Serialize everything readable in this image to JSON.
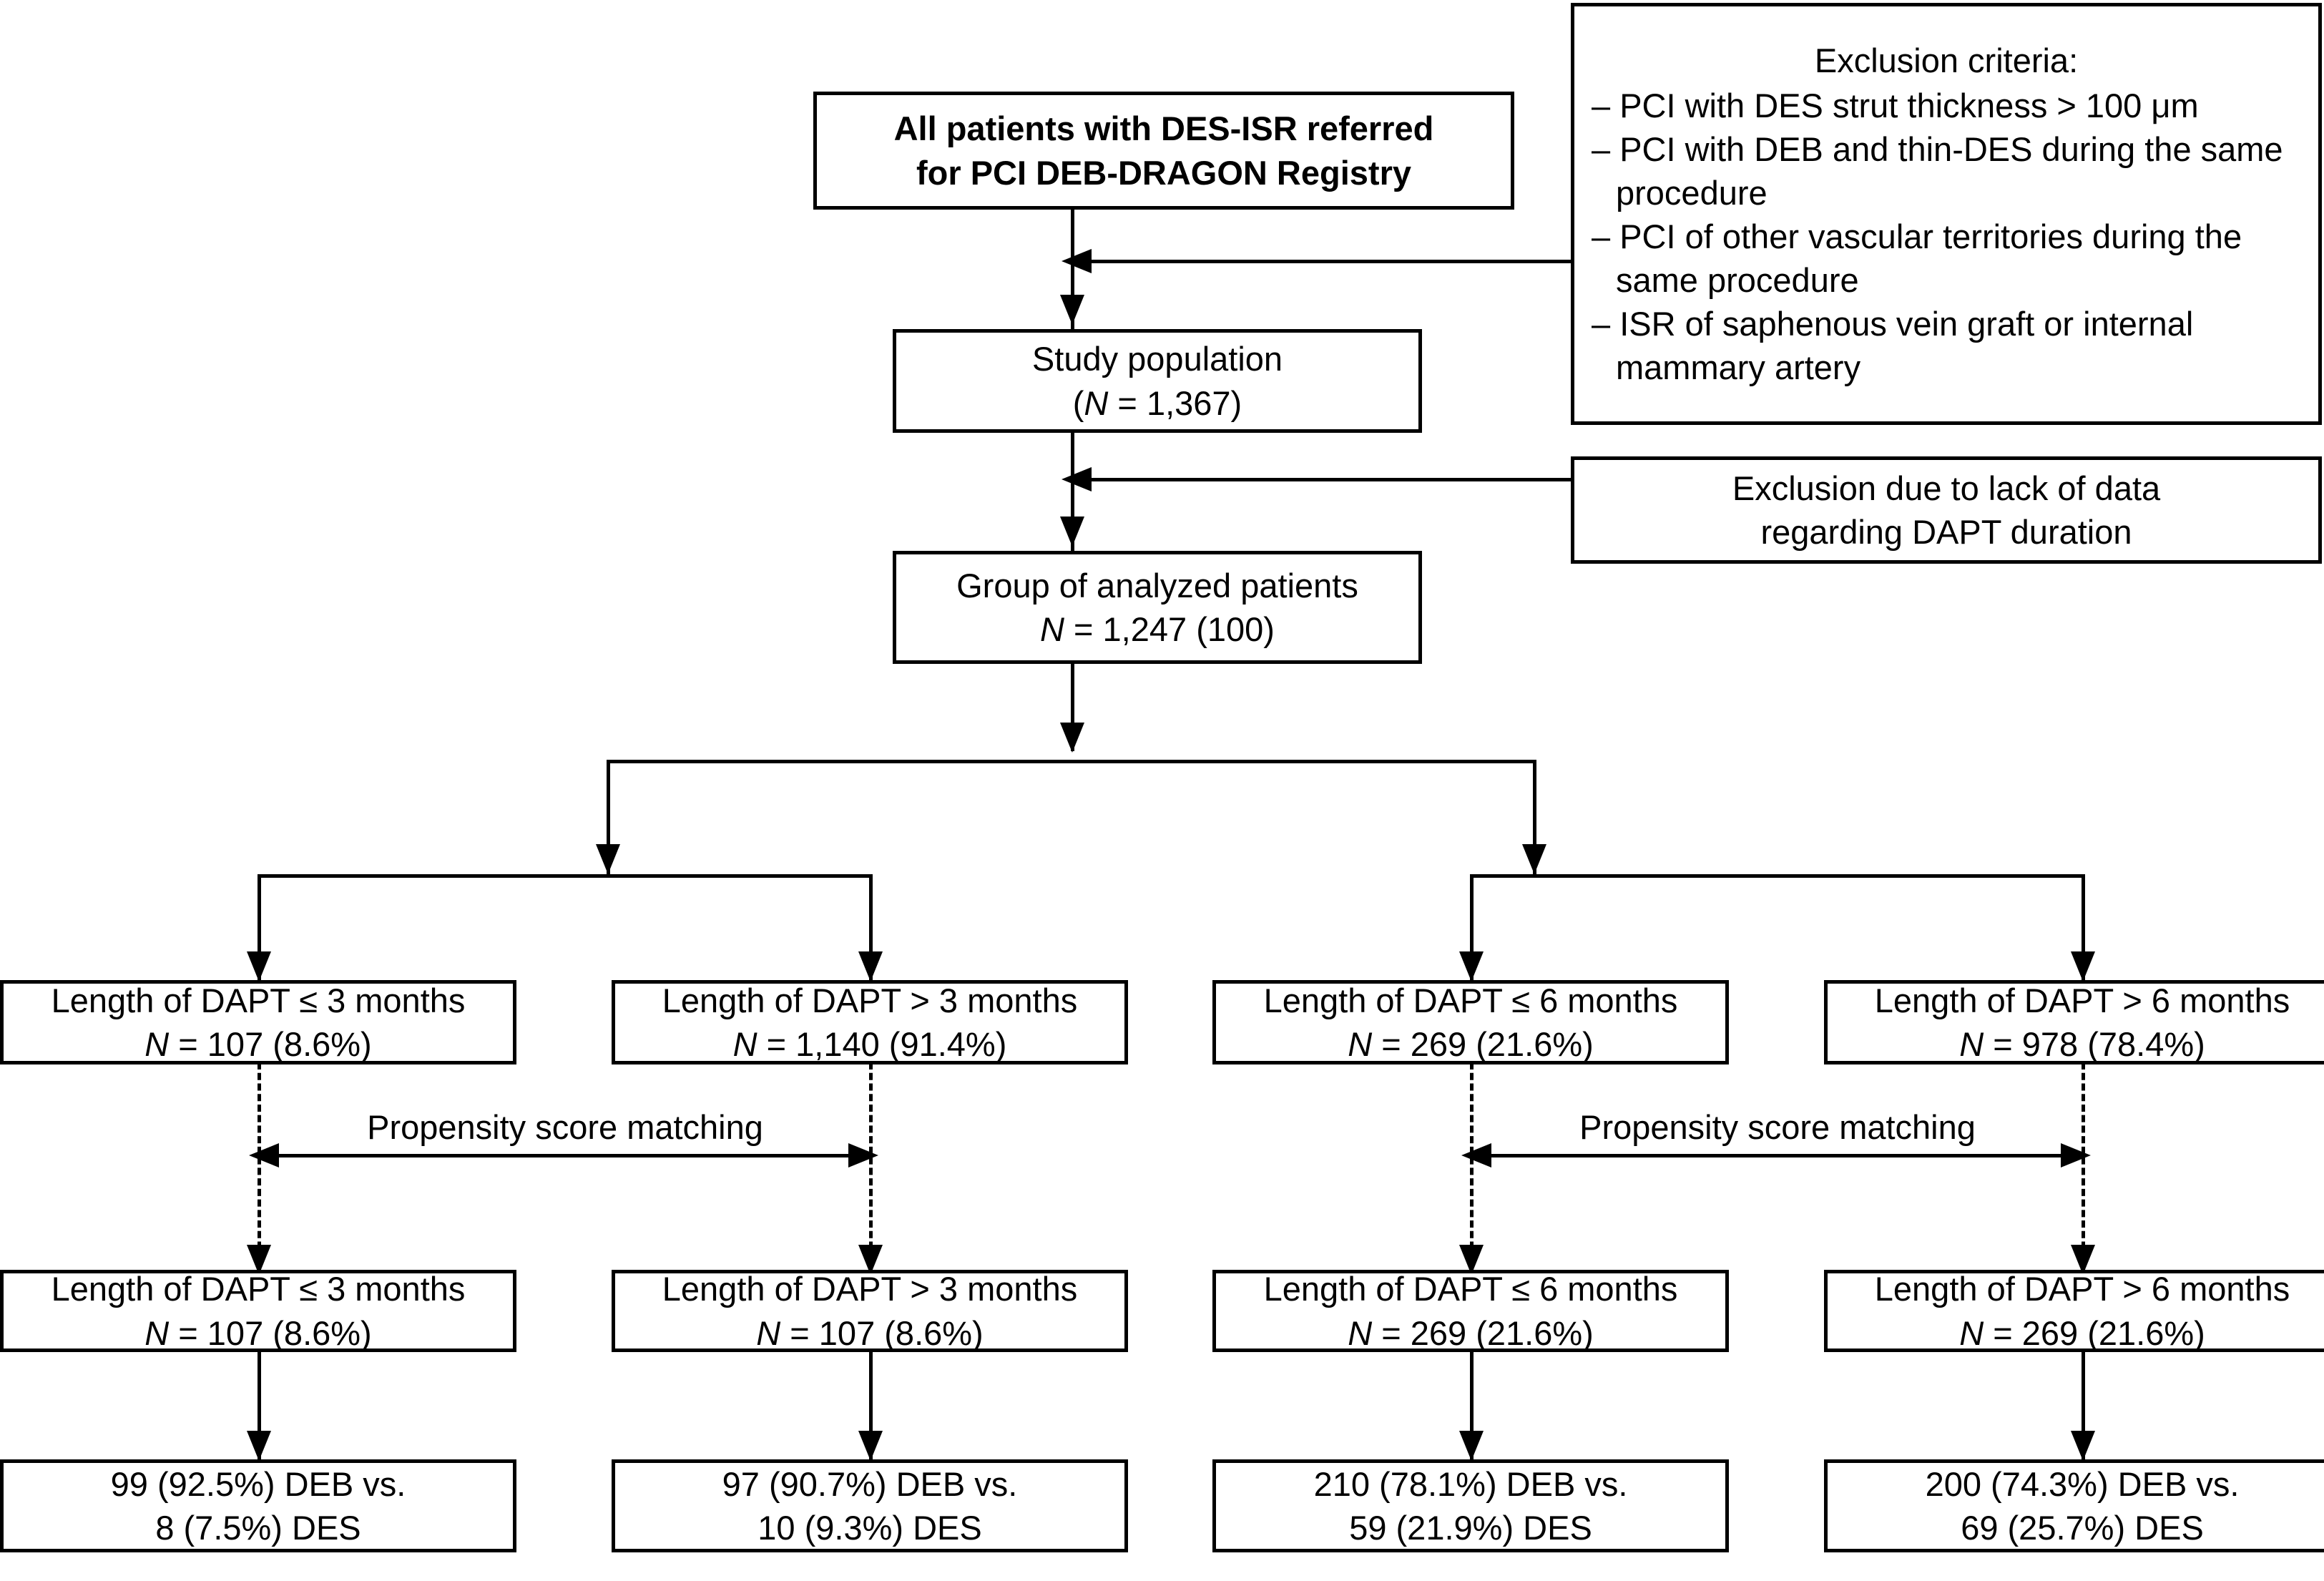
{
  "diagram": {
    "type": "flowchart",
    "title": "DEB-DRAGON Registry patient flow",
    "nodes": {
      "enrollment": {
        "line1": "All patients with DES-ISR referred",
        "line2": "for PCI DEB-DRAGON Registry"
      },
      "study_population": {
        "line1": "Study population",
        "n_prefix": "(",
        "n_italic": "N",
        "n_value": " = 1,367)"
      },
      "analyzed_group": {
        "line1": "Group of analyzed patients",
        "n_italic": "N",
        "n_value": " = 1,247 (100)"
      },
      "exclusion_criteria": {
        "title": "Exclusion criteria:",
        "items": [
          "– PCI with DES strut thickness > 100 μm",
          "– PCI with DEB and thin-DES during the same procedure",
          "– PCI of other vascular territories during the same procedure",
          "– ISR of saphenous vein graft or internal mammary artery"
        ]
      },
      "exclusion_dapt": {
        "line1": "Exclusion due to lack of data",
        "line2": "regarding DAPT duration"
      }
    },
    "propensity_label": "Propensity score matching",
    "branches": [
      {
        "id": "dapt-le-3",
        "unmatched": {
          "label": "Length of DAPT ≤ 3 months",
          "n_italic": "N",
          "n_value": " = 107 (8.6%)"
        },
        "matched": {
          "label": "Length of DAPT ≤ 3 months",
          "n_italic": "N",
          "n_value": " = 107 (8.6%)"
        },
        "outcome": {
          "line1": "99 (92.5%) DEB vs.",
          "line2": "8 (7.5%) DES"
        }
      },
      {
        "id": "dapt-gt-3",
        "unmatched": {
          "label": "Length of DAPT > 3 months",
          "n_italic": "N",
          "n_value": " = 1,140 (91.4%)"
        },
        "matched": {
          "label": "Length of DAPT > 3 months",
          "n_italic": "N",
          "n_value": " = 107 (8.6%)"
        },
        "outcome": {
          "line1": "97 (90.7%) DEB vs.",
          "line2": "10 (9.3%) DES"
        }
      },
      {
        "id": "dapt-le-6",
        "unmatched": {
          "label": "Length of DAPT ≤ 6 months",
          "n_italic": "N",
          "n_value": " = 269 (21.6%)"
        },
        "matched": {
          "label": "Length of DAPT ≤ 6 months",
          "n_italic": "N",
          "n_value": " = 269 (21.6%)"
        },
        "outcome": {
          "line1": "210 (78.1%) DEB vs.",
          "line2": "59 (21.9%) DES"
        }
      },
      {
        "id": "dapt-gt-6",
        "unmatched": {
          "label": "Length of DAPT > 6 months",
          "n_italic": "N",
          "n_value": " = 978 (78.4%)"
        },
        "matched": {
          "label": "Length of DAPT > 6 months",
          "n_italic": "N",
          "n_value": " = 269 (21.6%)"
        },
        "outcome": {
          "line1": "200 (74.3%) DEB vs.",
          "line2": "69 (25.7%) DES"
        }
      }
    ],
    "colors": {
      "stroke": "#000000",
      "background": "#ffffff",
      "text": "#000000"
    }
  }
}
